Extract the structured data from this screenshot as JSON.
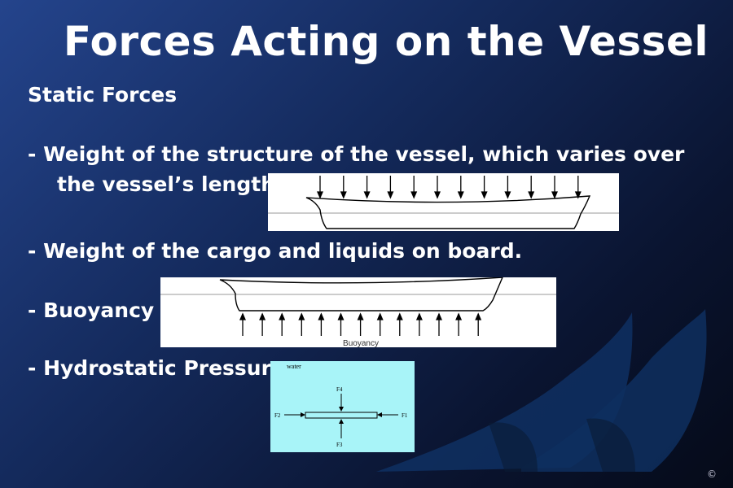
{
  "title": "Forces Acting on the Vessel",
  "section_heading": "Static Forces",
  "bullets": [
    {
      "line1": "- Weight of the structure of the vessel, which varies over",
      "line2": "the vessel’s length."
    },
    {
      "line1": "- Weight of the cargo and liquids on board."
    },
    {
      "line1": "- Buoyancy"
    },
    {
      "line1": "- Hydrostatic Pressure"
    }
  ],
  "buoyancy_diagram": {
    "label": "Buoyancy"
  },
  "pressure_diagram": {
    "medium_label": "water",
    "f1": "F1",
    "f2": "F2",
    "f3": "F3",
    "f4": "F4"
  },
  "copyright": "©",
  "colors": {
    "background_top": "#24448c",
    "background_bottom": "#050a18",
    "pressure_panel": "#a8f4f8"
  }
}
